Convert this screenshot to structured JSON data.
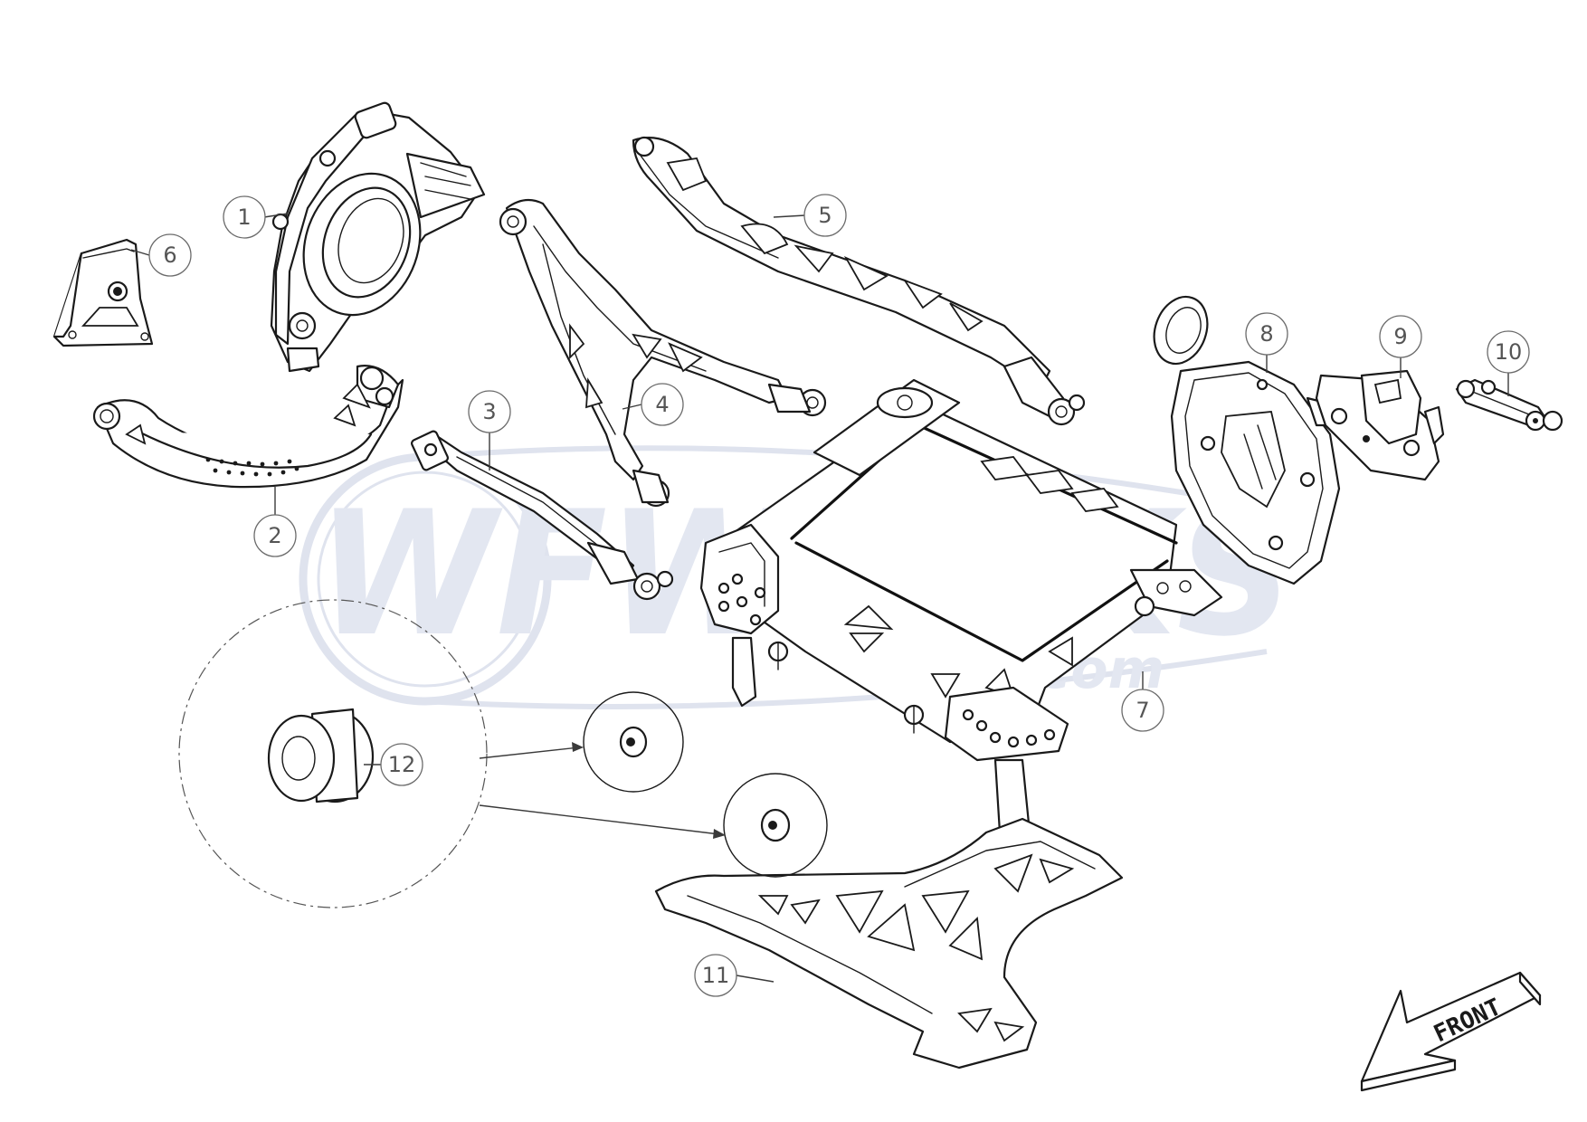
{
  "callouts": {
    "c1": "1",
    "c2": "2",
    "c3": "3",
    "c4": "4",
    "c5": "5",
    "c6": "6",
    "c7": "7",
    "c8": "8",
    "c9": "9",
    "c10": "10",
    "c11": "11",
    "c12": "12"
  },
  "watermark": {
    "brand": "WFWORKS",
    "domain": ".com"
  },
  "front_arrow": {
    "label": "FRONT"
  }
}
